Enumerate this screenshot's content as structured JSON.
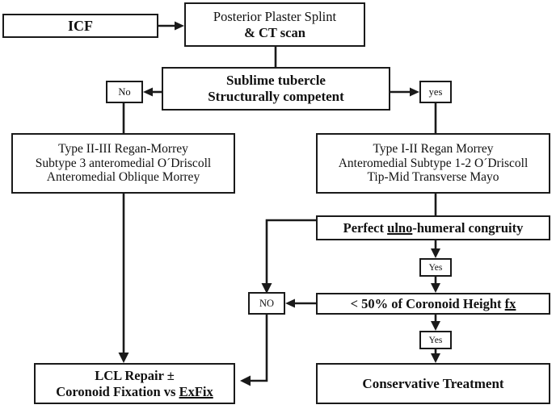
{
  "diagram": {
    "title": "Coronoid fracture management algorithm",
    "colors": {
      "stroke": "#1a1a1a",
      "background": "#ffffff",
      "text": "#111111"
    }
  },
  "nodes": {
    "icf": {
      "label": "ICF"
    },
    "splint": {
      "line1": "Posterior Plaster Splint",
      "line2": "& CT scan"
    },
    "sublime": {
      "line1": "Sublime tubercle",
      "line2": "Structurally competent"
    },
    "no_branch": {
      "label": "No"
    },
    "yes_branch": {
      "label": "yes"
    },
    "left_types": {
      "line1": "Type II-III Regan-Morrey",
      "line2": "Subtype 3 anteromedial O´Driscoll",
      "line3": "Anteromedial Oblique Morrey"
    },
    "right_types": {
      "line1": "Type I-II Regan Morrey",
      "line2": "Anteromedial Subtype 1-2 O´Driscoll",
      "line3": "Tip-Mid Transverse Mayo"
    },
    "congruity": {
      "prefix": "Perfect ",
      "underlined": "ulno",
      "suffix": "-humeral congruity",
      "full": "Perfect ulno-humeral congruity"
    },
    "yes_1": {
      "label": "Yes"
    },
    "no_2": {
      "label": "NO"
    },
    "height_fx": {
      "prefix": "< 50% of Coronoid Height ",
      "underlined": "fx",
      "full": "< 50% of Coronoid Height fx"
    },
    "yes_2": {
      "label": "Yes"
    },
    "lcl": {
      "line1": "LCL Repair ±",
      "line2_prefix": "Coronoid Fixation vs ",
      "line2_underlined": "ExFix",
      "line2_full": "Coronoid Fixation vs ExFix"
    },
    "conservative": {
      "label": "Conservative Treatment"
    }
  }
}
